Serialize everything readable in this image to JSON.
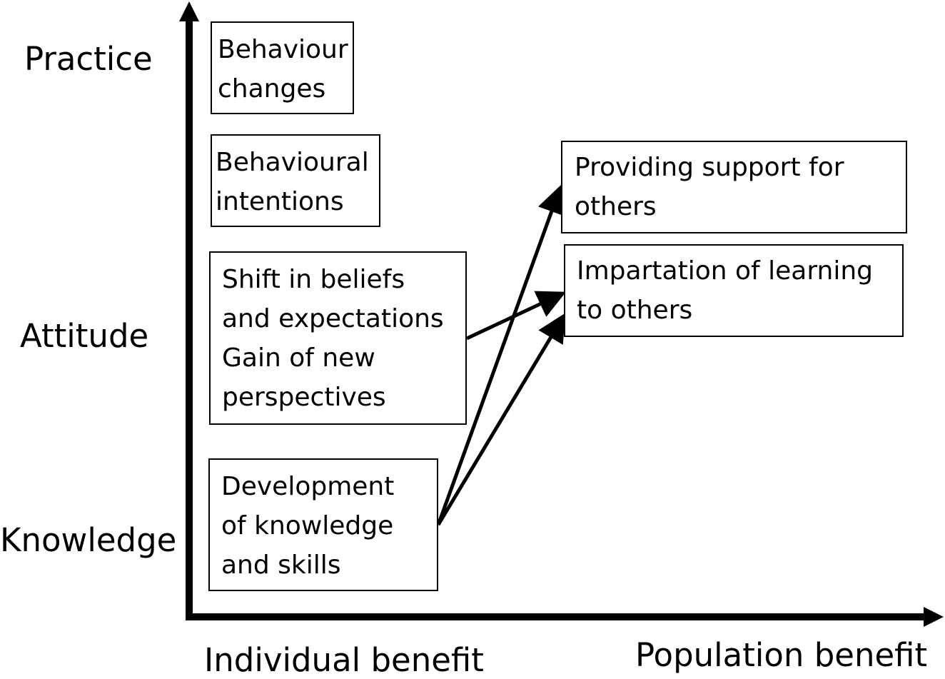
{
  "y_axis": {
    "labels": [
      "Practice",
      "Attitude",
      "Knowledge"
    ]
  },
  "x_axis": {
    "labels": [
      "Individual benefit",
      "Population benefit"
    ]
  },
  "individual_boxes": [
    {
      "id": "behaviour-changes",
      "lines": [
        "Behaviour",
        "changes"
      ]
    },
    {
      "id": "behavioural-intentions",
      "lines": [
        "Behavioural",
        "intentions"
      ]
    },
    {
      "id": "shift-in-beliefs",
      "lines": [
        "Shift in beliefs",
        "and expectations",
        "Gain of new",
        "perspectives"
      ]
    },
    {
      "id": "development-of-knowledge",
      "lines": [
        "Development",
        "of knowledge",
        "and skills"
      ]
    }
  ],
  "population_boxes": [
    {
      "id": "providing-support",
      "lines": [
        "Providing support for",
        "others"
      ]
    },
    {
      "id": "impartation-of-learning",
      "lines": [
        "Impartation of learning",
        "to others"
      ]
    }
  ],
  "arrows": [
    {
      "from": "shift-in-beliefs",
      "to": "impartation-of-learning"
    },
    {
      "from": "development-of-knowledge",
      "to": "providing-support"
    },
    {
      "from": "development-of-knowledge",
      "to": "impartation-of-learning"
    }
  ]
}
